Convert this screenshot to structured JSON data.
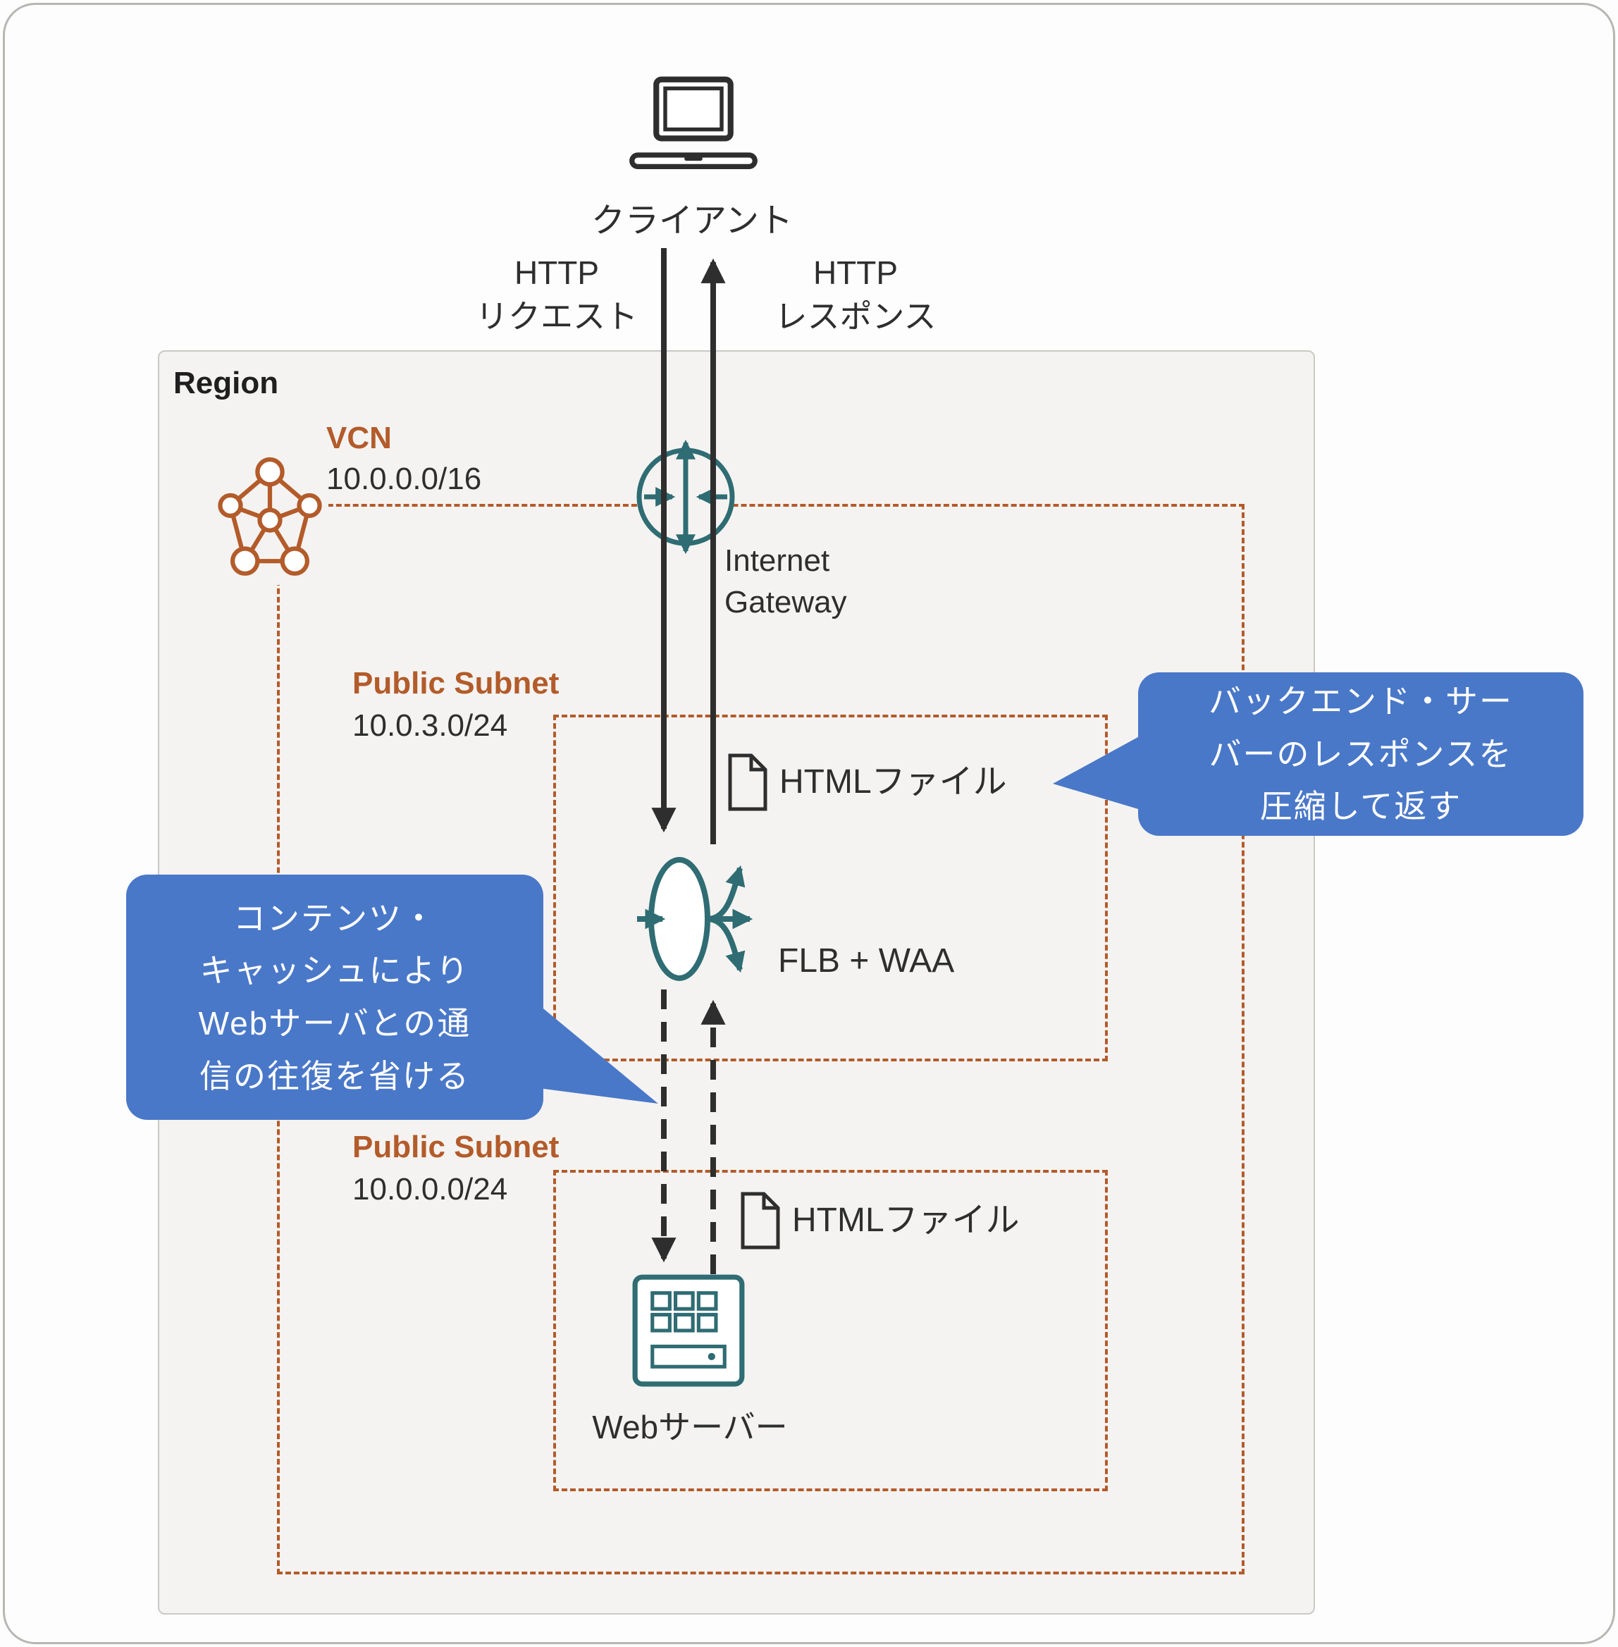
{
  "colors": {
    "orange": "#b35b2a",
    "teal": "#2f6c73",
    "blue": "#4a78c8",
    "dark": "#2e2e2e",
    "region_bg": "#f4f3f1",
    "region_border": "#cbc9c5"
  },
  "client": {
    "label": "クライアント"
  },
  "http_request": {
    "line1": "HTTP",
    "line2": "リクエスト"
  },
  "http_response": {
    "line1": "HTTP",
    "line2": "レスポンス"
  },
  "region": {
    "label": "Region"
  },
  "vcn": {
    "label": "VCN",
    "cidr": "10.0.0.0/16"
  },
  "internet_gateway": {
    "label": "Internet Gateway"
  },
  "subnet1": {
    "label": "Public Subnet",
    "cidr": "10.0.3.0/24"
  },
  "subnet2": {
    "label": "Public Subnet",
    "cidr": "10.0.0.0/24"
  },
  "html_file1": {
    "label": "HTMLファイル"
  },
  "html_file2": {
    "label": "HTMLファイル"
  },
  "flb": {
    "label": "FLB + WAA"
  },
  "web_server": {
    "label": "Webサーバー"
  },
  "callout_compress": {
    "line1": "バックエンド・サー",
    "line2": "バーのレスポンスを",
    "line3": "圧縮して返す"
  },
  "callout_cache": {
    "line1": "コンテンツ・",
    "line2": "キャッシュにより",
    "line3": "Webサーバとの通",
    "line4": "信の往復を省ける"
  }
}
